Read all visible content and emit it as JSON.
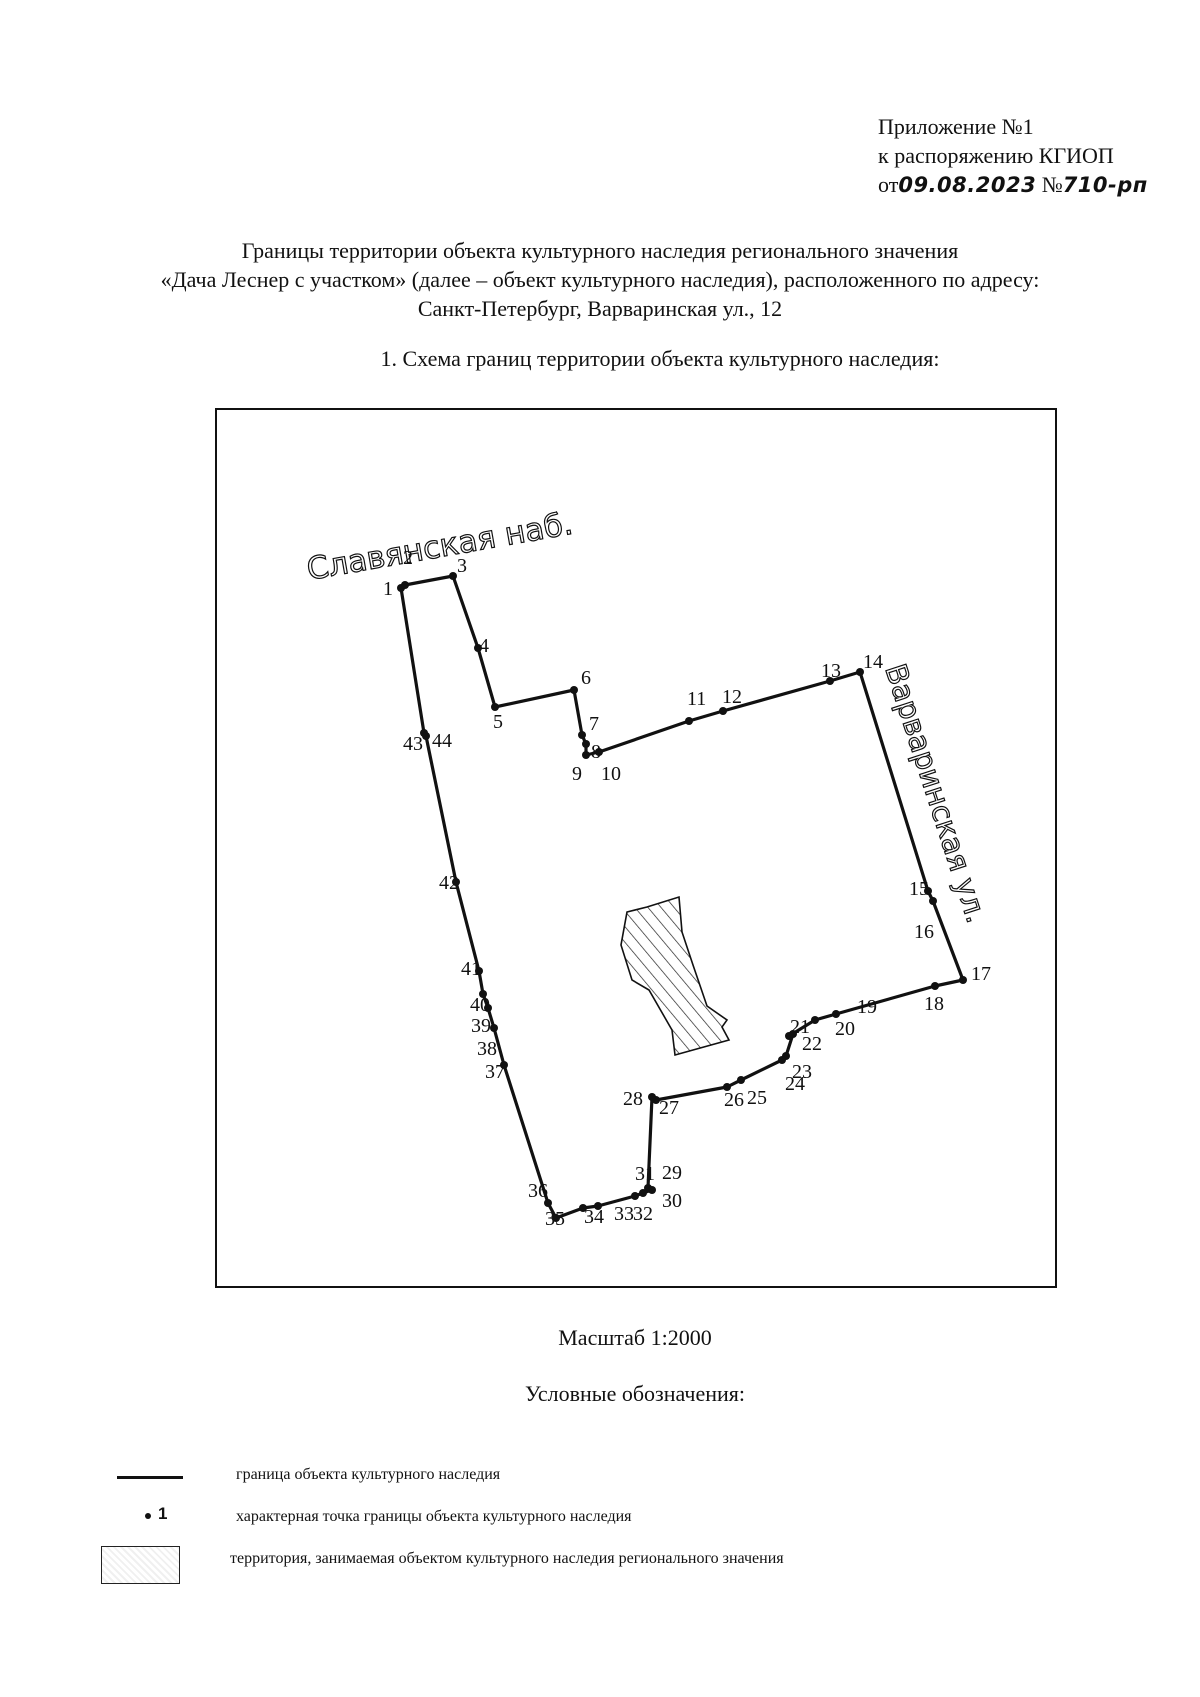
{
  "appendix": {
    "line1": "Приложение №1",
    "line2": "к распоряжению КГИОП",
    "line3_prefix": "от",
    "date": "09.08.2023",
    "number_prefix": "№",
    "number": "710-рп"
  },
  "heading": {
    "line1": "Границы территории объекта культурного наследия регионального значения",
    "line2": "«Дача Леснер с участком» (далее – объект культурного наследия), расположенного по адресу:",
    "line3": "Санкт-Петербург, Варваринская ул., 12"
  },
  "section_title": "1.  Схема границ территории объекта культурного наследия:",
  "map": {
    "street_top": "Славянская наб.",
    "street_right": "Варваринская ул.",
    "boundary_color": "#111111",
    "points": [
      "1",
      "2",
      "3",
      "4",
      "5",
      "6",
      "7",
      "8",
      "9",
      "10",
      "11",
      "12",
      "13",
      "14",
      "15",
      "16",
      "17",
      "18",
      "19",
      "20",
      "21",
      "22",
      "23",
      "24",
      "25",
      "26",
      "27",
      "28",
      "29",
      "30",
      "31",
      "32",
      "33",
      "34",
      "35",
      "36",
      "37",
      "38",
      "39",
      "40",
      "41",
      "42",
      "43",
      "44"
    ]
  },
  "scale": "Масштаб 1:2000",
  "legend": {
    "title": "Условные обозначения:",
    "items": [
      {
        "symbol": "line",
        "text": "граница объекта культурного наследия"
      },
      {
        "symbol": "dot",
        "sample": "1",
        "text": "характерная точка границы объекта культурного наследия"
      },
      {
        "symbol": "box",
        "text": "территория, занимаемая объектом культурного наследия регионального значения"
      }
    ]
  }
}
